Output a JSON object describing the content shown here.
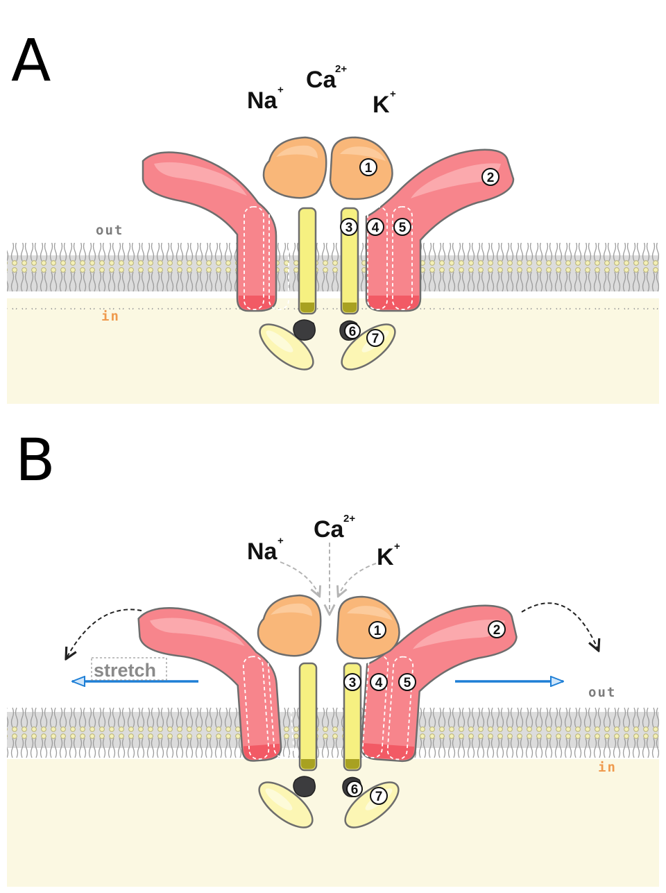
{
  "panels": [
    {
      "id": "A",
      "letter": "A",
      "ions": [
        {
          "symbol": "Na",
          "charge": "+"
        },
        {
          "symbol": "Ca",
          "charge": "2+"
        },
        {
          "symbol": "K",
          "charge": "+"
        }
      ],
      "side_out": "out",
      "side_in": "in",
      "numbers": [
        "1",
        "2",
        "3",
        "4",
        "5",
        "6",
        "7"
      ]
    },
    {
      "id": "B",
      "letter": "B",
      "ions": [
        {
          "symbol": "Na",
          "charge": "+"
        },
        {
          "symbol": "Ca",
          "charge": "2+"
        },
        {
          "symbol": "K",
          "charge": "+"
        }
      ],
      "side_out": "out",
      "side_in": "in",
      "stretch_label": "stretch",
      "numbers": [
        "1",
        "2",
        "3",
        "4",
        "5",
        "6",
        "7"
      ]
    }
  ],
  "colors": {
    "blade": "#f7858c",
    "cap": "#f9b779",
    "pore_helix": "#f6f081",
    "beam": "#fcf6b4",
    "latch": "#3c3c3e",
    "membrane_band": "#dcdcdc",
    "cytoplasm": "#fbf8e2",
    "stretch_arrow": "#1e7fd6",
    "ion_arrow": "#b4b4b4"
  }
}
